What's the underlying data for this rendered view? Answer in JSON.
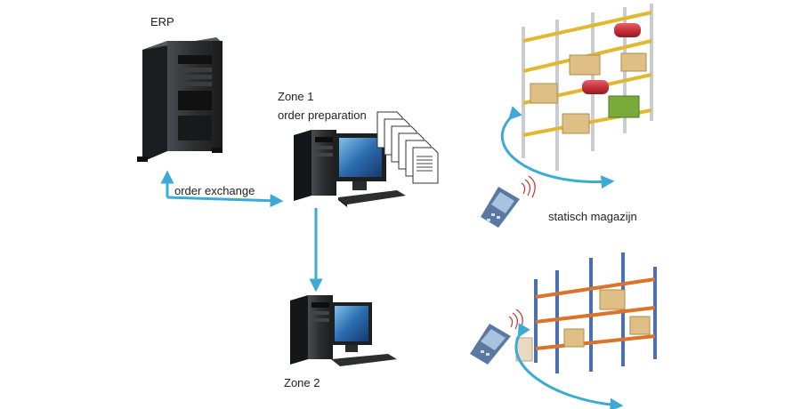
{
  "labels": {
    "erp": "ERP",
    "zone1_title": "Zone 1",
    "zone1_subtitle": "order preparation",
    "order_exchange": "order exchange",
    "static_warehouse": "statisch magazijn",
    "zone2_title": "Zone 2"
  },
  "colors": {
    "arrow": "#3aaad6",
    "rack_frame": "#c9ccd2",
    "rack_beam_yellow": "#e2b830",
    "rack_beam_orange": "#d9742a",
    "rack_upright_blue": "#4a6fb3",
    "box_cardboard": "#e0bf86",
    "barrel_red": "#c8323a",
    "crate_green": "#7aaa3a",
    "tower_case": "#2f3133",
    "monitor_screen": "#2c6bb0",
    "scanner_body": "#5b79a0"
  },
  "icons": {
    "erp_server": "server-tower-icon",
    "zone1_computer": "desktop-computer-icon",
    "zone2_computer": "desktop-computer-icon",
    "documents": "document-stack-icon",
    "scanner": "handheld-scanner-icon",
    "static_rack": "pallet-rack-icon",
    "zone2_rack": "pallet-rack-icon"
  }
}
